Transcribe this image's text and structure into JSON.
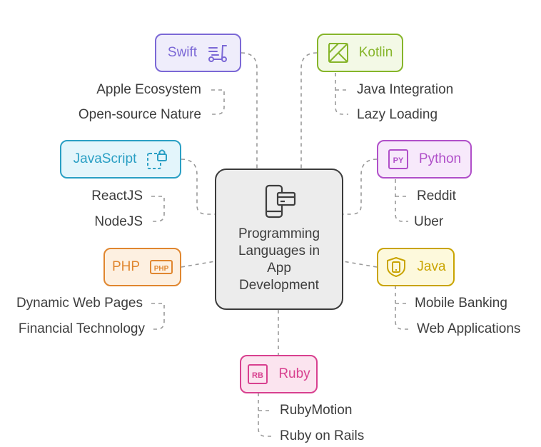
{
  "center": {
    "title_lines": [
      "Programming",
      "Languages in",
      "App",
      "Development"
    ]
  },
  "nodes": {
    "swift": {
      "label": "Swift",
      "icon": "scooter-icon",
      "color": "#7b68d6",
      "children": [
        "Apple Ecosystem",
        "Open-source Nature"
      ]
    },
    "kotlin": {
      "label": "Kotlin",
      "icon": "kotlin-logo-icon",
      "color": "#86b52a",
      "children": [
        "Java Integration",
        "Lazy Loading"
      ]
    },
    "javascript": {
      "label": "JavaScript",
      "icon": "device-lock-icon",
      "color": "#2a9fc4",
      "children": [
        "ReactJS",
        "NodeJS"
      ]
    },
    "python": {
      "label": "Python",
      "icon": "python-file-icon",
      "color": "#b04fc9",
      "children": [
        "Reddit",
        "Uber"
      ]
    },
    "php": {
      "label": "PHP",
      "icon": "php-badge-icon",
      "color": "#e0862f",
      "children": [
        "Dynamic Web Pages",
        "Financial Technology"
      ]
    },
    "java": {
      "label": "Java",
      "icon": "mobile-shield-icon",
      "color": "#c9a400",
      "children": [
        "Mobile Banking",
        "Web Applications"
      ]
    },
    "ruby": {
      "label": "Ruby",
      "icon": "ruby-badge-icon",
      "color": "#d8408f",
      "children": [
        "RubyMotion",
        "Ruby on Rails"
      ]
    }
  }
}
